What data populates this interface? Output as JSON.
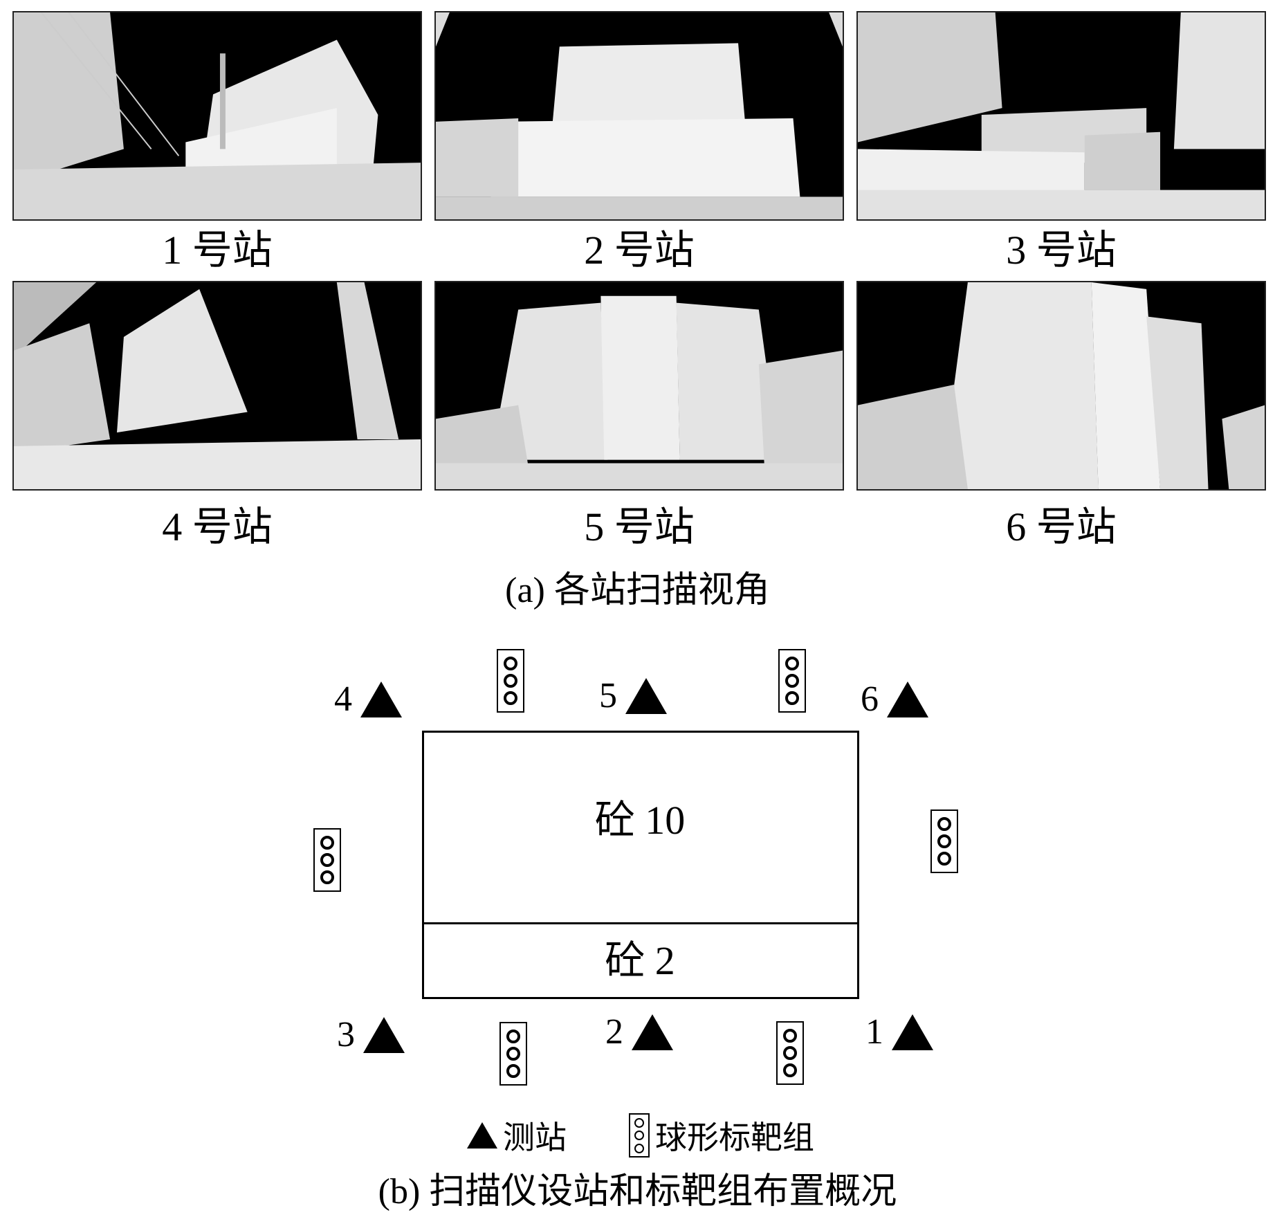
{
  "part_a": {
    "stations": [
      {
        "label": "1 号站"
      },
      {
        "label": "2 号站"
      },
      {
        "label": "3 号站"
      },
      {
        "label": "4 号站"
      },
      {
        "label": "5 号站"
      },
      {
        "label": "6 号站"
      }
    ],
    "caption": "(a) 各站扫描视角"
  },
  "part_b": {
    "buildings": [
      {
        "label": "砼 10"
      },
      {
        "label": "砼 2"
      }
    ],
    "stations": [
      "4",
      "5",
      "6",
      "3",
      "2",
      "1"
    ],
    "legend": {
      "station_label": "测站",
      "target_label": "球形标靶组"
    },
    "caption": "(b) 扫描仪设站和标靶组布置概况"
  },
  "colors": {
    "photo_sky": "#000000",
    "building": "#e6e6e6",
    "vegetation": "#cfcfcf"
  }
}
